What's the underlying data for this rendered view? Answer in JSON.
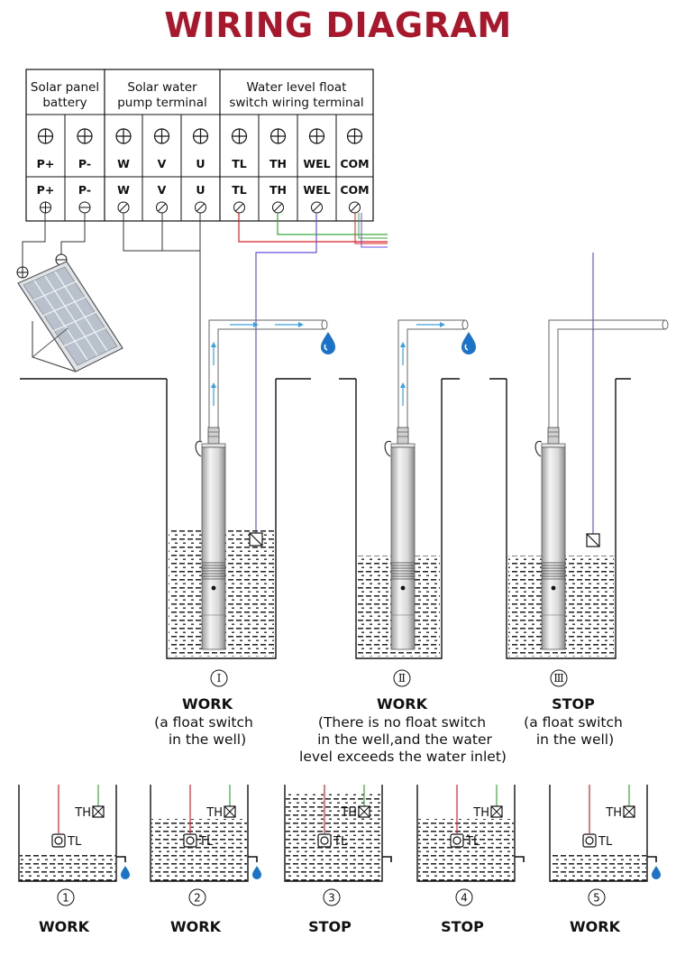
{
  "title": "WIRING DIAGRAM",
  "terminal_block": {
    "groups": [
      {
        "label_lines": [
          "Solar panel",
          "battery"
        ]
      },
      {
        "label_lines": [
          "Solar water",
          "pump terminal"
        ]
      },
      {
        "label_lines": [
          "Water level float",
          "switch wiring terminal"
        ]
      }
    ],
    "terminals": [
      "P+",
      "P-",
      "W",
      "V",
      "U",
      "TL",
      "TH",
      "WEL",
      "COM"
    ]
  },
  "colors": {
    "title": "#a8172b",
    "wire_red": "#d8232a",
    "wire_green": "#3aa93a",
    "wire_blue": "#6a4fe0",
    "water_drop": "#1a73c9"
  },
  "scenarios": [
    {
      "numeral": "Ⅰ",
      "status": "WORK",
      "desc_lines": [
        "(a float switch",
        "in the well)"
      ]
    },
    {
      "numeral": "Ⅱ",
      "status": "WORK",
      "desc_lines": [
        "(There is no float switch",
        "in the well,and the water",
        "level exceeds the water inlet)"
      ]
    },
    {
      "numeral": "Ⅲ",
      "status": "STOP",
      "desc_lines": [
        "(a float switch",
        "in the well)"
      ]
    }
  ],
  "tank_states": [
    {
      "number": "1",
      "status": "WORK",
      "th_label": "TH",
      "tl_label": "TL"
    },
    {
      "number": "2",
      "status": "WORK",
      "th_label": "TH",
      "tl_label": "TL"
    },
    {
      "number": "3",
      "status": "STOP",
      "th_label": "TH",
      "tl_label": "TL"
    },
    {
      "number": "4",
      "status": "STOP",
      "th_label": "TH",
      "tl_label": "TL"
    },
    {
      "number": "5",
      "status": "WORK",
      "th_label": "TH",
      "tl_label": "TL"
    }
  ]
}
